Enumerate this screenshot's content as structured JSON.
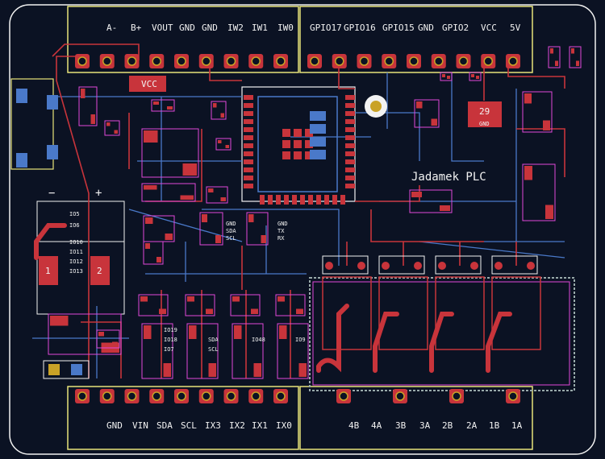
{
  "board_title": "Jadamek PLC",
  "top_left_header": [
    "A-",
    "B+",
    "VOUT",
    "GND",
    "GND",
    "IW2",
    "IW1",
    "IW0"
  ],
  "top_right_header": [
    "GPIO17",
    "GPIO16",
    "GPIO15",
    "GND",
    "GPIO2",
    "VCC",
    "5V"
  ],
  "bottom_left_header": [
    "GND",
    "VIN",
    "SDA",
    "SCL",
    "IX3",
    "IX2",
    "IX1",
    "IX0"
  ],
  "bottom_right_header": [
    "4B",
    "4A",
    "3B",
    "3A",
    "2B",
    "2A",
    "1B",
    "1A"
  ],
  "chip_labels": {
    "vcc_chip": "VCC",
    "gnd_chip_num": "29",
    "gnd_chip": "GND",
    "minus": "−",
    "plus": "+",
    "pad_1": "1",
    "pad_2": "2"
  },
  "left_io_labels": [
    "IO5",
    "IO6",
    "IO10",
    "IO11",
    "IO12",
    "IO13"
  ],
  "small_module_labels": [
    [
      "GND",
      "SDA",
      "SCL"
    ],
    [
      "GND",
      "TX",
      "RX"
    ]
  ],
  "isolator_labels": [
    [
      "IO19",
      "IO18",
      "IO7"
    ],
    [
      "SDA",
      "SCL"
    ],
    [
      "IO48"
    ],
    [
      "IO9"
    ]
  ],
  "colors": {
    "board": "#0b1223",
    "copper_front": "#c8343b",
    "copper_back": "#4a79c9",
    "silkscreen": "#f2f2f2",
    "courtyard": "#e048d8",
    "edge": "#e8e37a",
    "pad": "#c9a227"
  }
}
